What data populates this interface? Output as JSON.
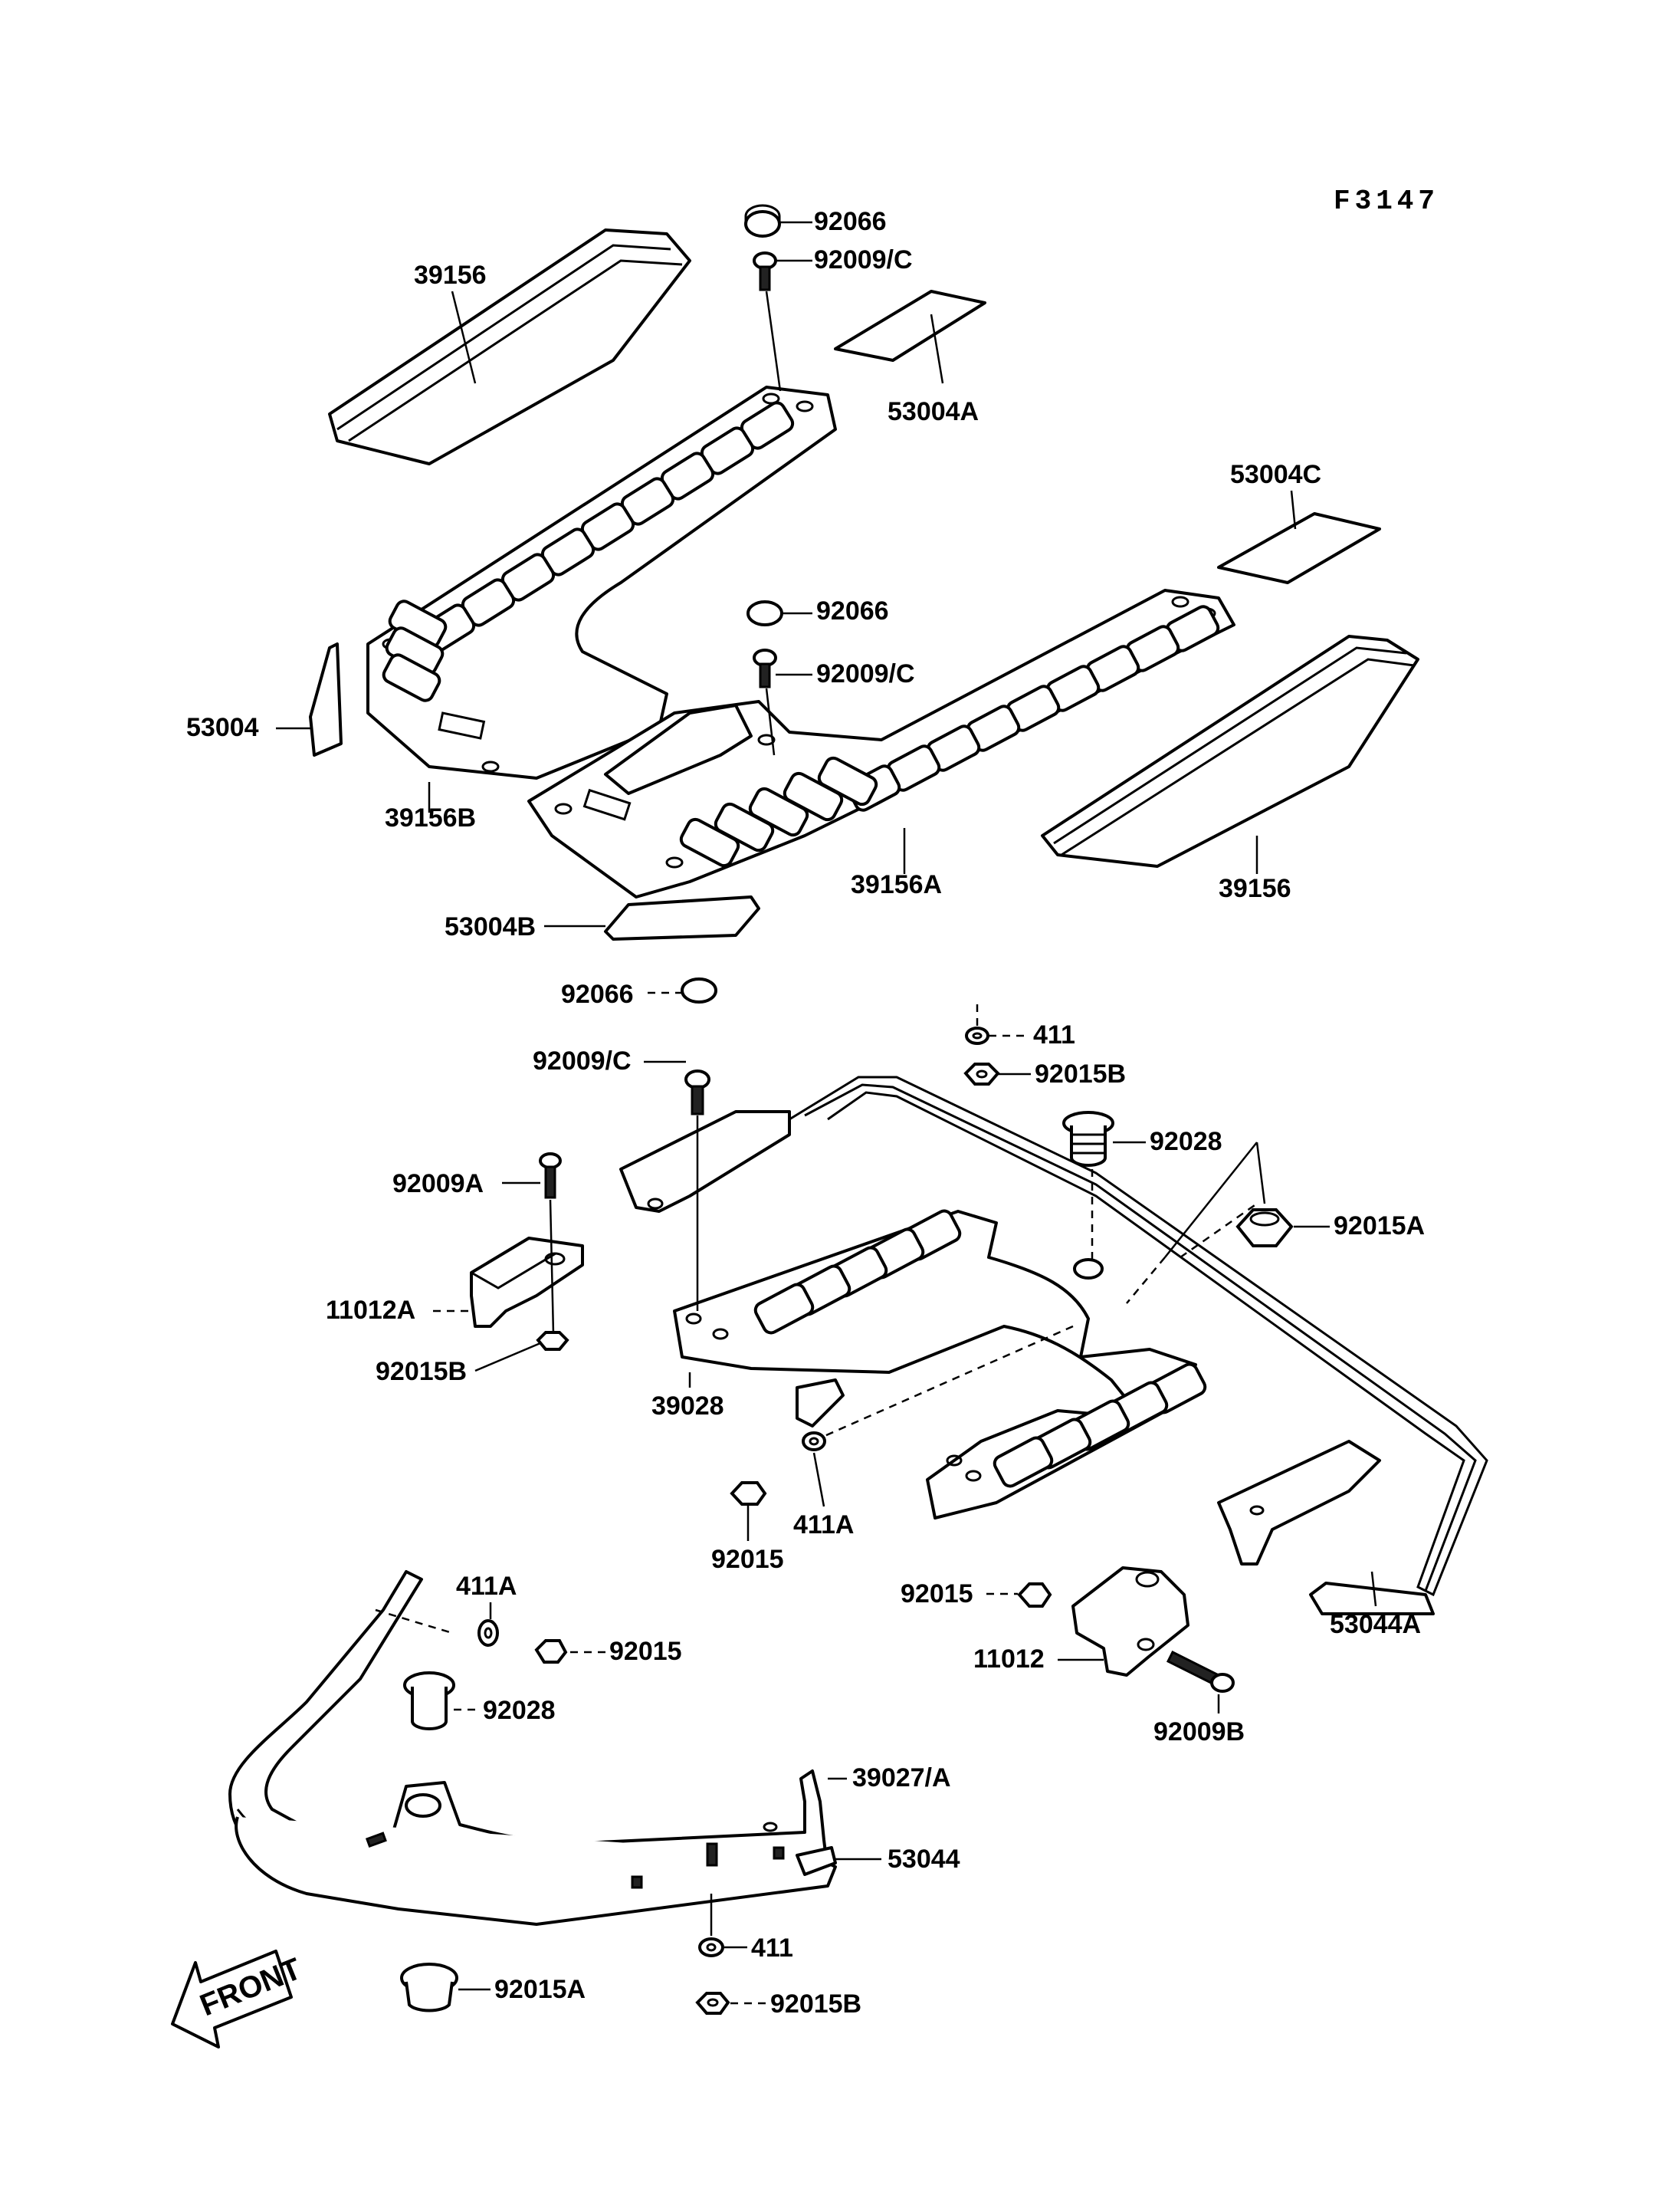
{
  "figure_code": "F3147",
  "front_label": "FRONT",
  "labels": {
    "l_92066_a": "92066",
    "l_92009c_a": "92009/C",
    "l_39156_a": "39156",
    "l_53004A": "53004A",
    "l_53004C": "53004C",
    "l_92066_b": "92066",
    "l_92009c_b": "92009/C",
    "l_53004": "53004",
    "l_39156B": "39156B",
    "l_39156A": "39156A",
    "l_39156_b": "39156",
    "l_53004B": "53004B",
    "l_92066_c": "92066",
    "l_92009c_c": "92009/C",
    "l_411_a": "411",
    "l_92015B_a": "92015B",
    "l_92028_a": "92028",
    "l_92015A_a": "92015A",
    "l_92009A": "92009A",
    "l_11012A": "11012A",
    "l_92015B_b": "92015B",
    "l_39028": "39028",
    "l_411A_a": "411A",
    "l_92015_a": "92015",
    "l_53044A": "53044A",
    "l_92015_b": "92015",
    "l_11012": "11012",
    "l_92009B": "92009B",
    "l_411A_b": "411A",
    "l_92015_c": "92015",
    "l_92028_b": "92028",
    "l_39027A": "39027/A",
    "l_53044": "53044",
    "l_411_b": "411",
    "l_92015A_b": "92015A",
    "l_92015B_c": "92015B"
  }
}
